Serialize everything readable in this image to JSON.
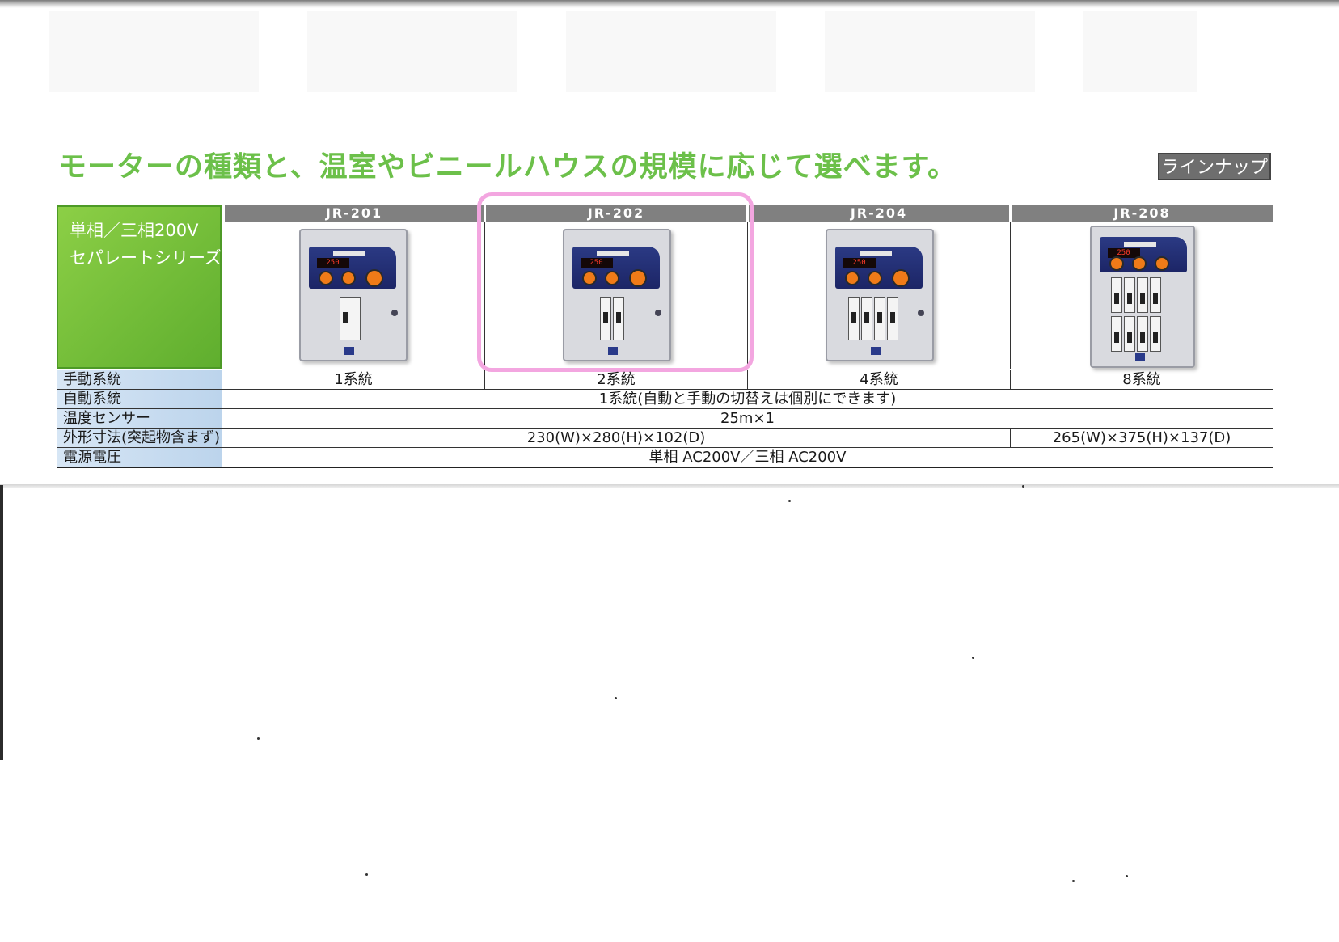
{
  "headline": "モーターの種類と、温室やビニールハウスの規模に応じて選べます。",
  "lineup_badge": "ラインナップ",
  "series": {
    "line1": "単相／三相200V",
    "line2": "セパレートシリーズ"
  },
  "models": [
    {
      "name": "JR-201",
      "display": "250",
      "switches": 1
    },
    {
      "name": "JR-202",
      "display": "250",
      "switches": 2
    },
    {
      "name": "JR-204",
      "display": "250",
      "switches": 4
    },
    {
      "name": "JR-208",
      "display": "250",
      "switches": 8
    }
  ],
  "specs": {
    "manual_label": "手動系統",
    "manual_values": [
      "1系統",
      "2系統",
      "4系統",
      "8系統"
    ],
    "auto_label": "自動系統",
    "auto_value": "1系統(自動と手動の切替えは個別にできます)",
    "sensor_label": "温度センサー",
    "sensor_value": "25m×1",
    "size_label": "外形寸法(突起物含まず)",
    "size_value_small": "230(W)×280(H)×102(D)",
    "size_value_large": "265(W)×375(H)×137(D)",
    "power_label": "電源電圧",
    "power_value": "単相 AC200V／三相 AC200V"
  },
  "colors": {
    "headline_green": "#6cc04a",
    "series_green": "#7cc33c",
    "highlight_pink": "#f3a6e0",
    "header_gray": "#808080"
  }
}
